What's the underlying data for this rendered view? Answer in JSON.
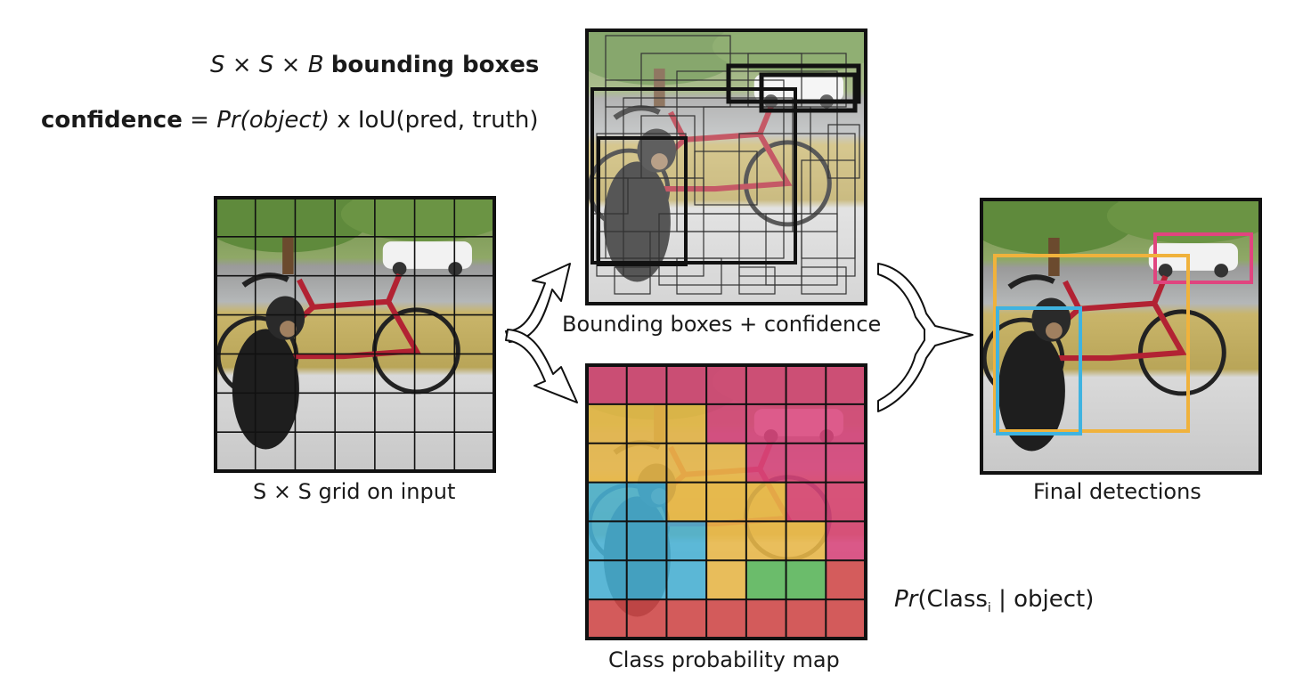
{
  "formulas": {
    "boxes": {
      "s1": "S",
      "times1": "×",
      "s2": "S",
      "times2": "×",
      "b": "B",
      "text": "bounding boxes"
    },
    "confidence": {
      "word": "confidence",
      "eq": "=",
      "pr": "Pr(object)",
      "x": "x",
      "iou": "IoU(pred, truth)"
    },
    "class_prob": {
      "pr": "Pr",
      "open": "(Class",
      "sub": "i",
      "rest": "| object)"
    }
  },
  "captions": {
    "input": "S × S grid on input",
    "boxes": "Bounding boxes + confidence",
    "classmap": "Class probability map",
    "final": "Final detections"
  },
  "grid": {
    "size": 7
  },
  "class_map": {
    "rows": [
      [
        "magenta",
        "magenta",
        "magenta",
        "magenta",
        "magenta",
        "magenta",
        "magenta"
      ],
      [
        "yellow",
        "yellow",
        "yellow",
        "magenta",
        "magenta",
        "magenta",
        "magenta"
      ],
      [
        "yellow",
        "yellow",
        "yellow",
        "yellow",
        "magenta",
        "magenta",
        "magenta"
      ],
      [
        "blue",
        "blue",
        "yellow",
        "yellow",
        "yellow",
        "magenta",
        "magenta"
      ],
      [
        "blue",
        "blue",
        "blue",
        "yellow",
        "yellow",
        "yellow",
        "magenta"
      ],
      [
        "blue",
        "blue",
        "blue",
        "yellow",
        "green",
        "green",
        "red"
      ],
      [
        "red",
        "red",
        "red",
        "red",
        "red",
        "red",
        "red"
      ]
    ],
    "colors": {
      "magenta": "#d9457c",
      "yellow": "#eab94a",
      "blue": "#4ab3d6",
      "green": "#5cb85c",
      "red": "#d44b4b"
    }
  },
  "detection_colors": {
    "car": "#e0457f",
    "bicycle": "#f0b23c",
    "dog": "#3fb3e0"
  }
}
